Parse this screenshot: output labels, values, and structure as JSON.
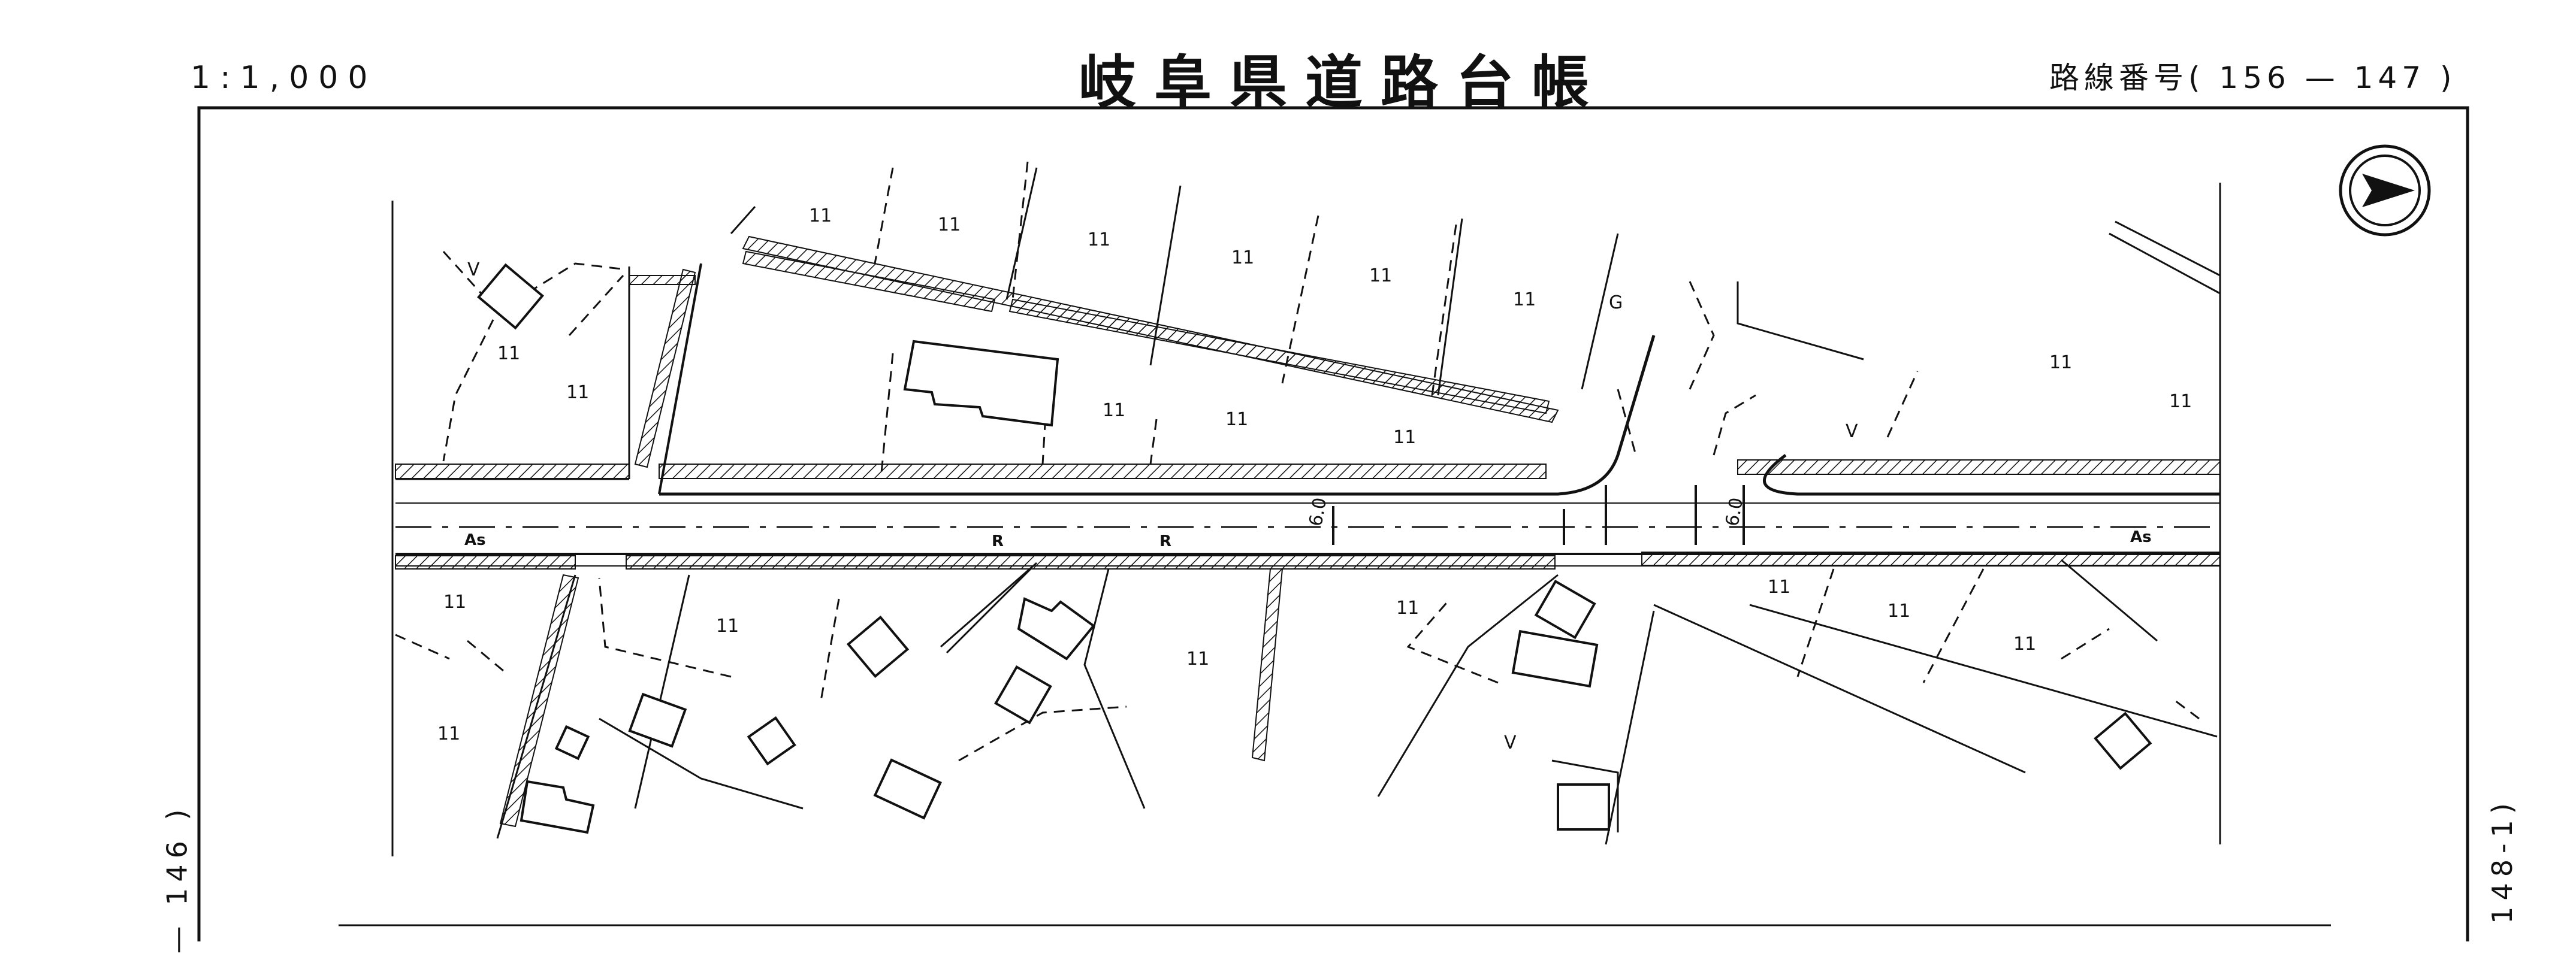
{
  "header": {
    "scale": "1:1,000",
    "title": "岐阜県道路台帳",
    "route_number": "路線番号( 156 — 147 )"
  },
  "margins": {
    "left_sheet_ref": "— 146 )",
    "right_sheet_ref": "148-1)"
  },
  "map": {
    "surface_labels": [
      "As",
      "As"
    ],
    "retaining_labels": [
      "R",
      "R"
    ],
    "width_labels": [
      "6.0",
      "6.0"
    ],
    "land_use_labels": [
      "G",
      "V",
      "V",
      "V",
      "11",
      "11",
      "11",
      "11",
      "11",
      "11",
      "11",
      "11",
      "11",
      "11",
      "11",
      "11",
      "11",
      "11",
      "11",
      "11",
      "11",
      "11",
      "11",
      "11",
      "11"
    ],
    "north_arrow_icon": "north-arrow-icon",
    "colors": {
      "ink": "#111111",
      "paper": "#ffffff"
    }
  }
}
